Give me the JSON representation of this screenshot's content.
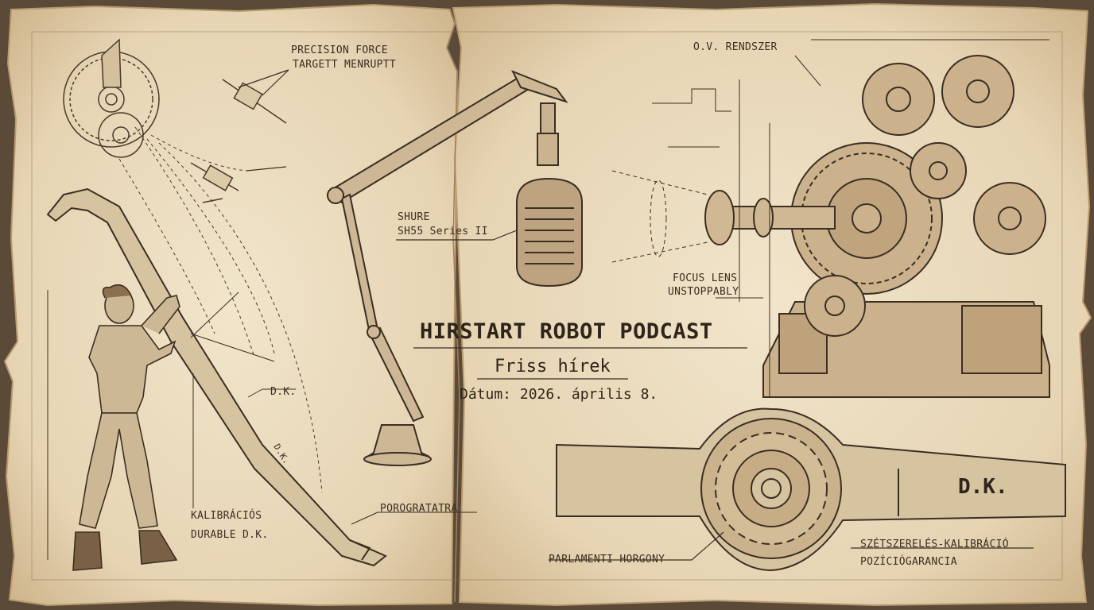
{
  "podcast": {
    "title": "HIRSTART ROBOT PODCAST",
    "subtitle": "Friss hírek",
    "date": "Dátum: 2026. április 8."
  },
  "labels": {
    "precision_line1": "PRECISION FORCE",
    "precision_line2": "TARGETT MENRUPTT",
    "mic_line1": "SHURE",
    "mic_line2": "SH55 Series II",
    "ov_system": "O.V. RENDSZER",
    "focus_line1": "FOCUS LENS",
    "focus_line2": "UNSTOPPABLY",
    "dk_pointer": "D.K.",
    "dk_bar": "D.K.",
    "dk_wrench": "D.K.",
    "calib_line1": "KALIBRÁCIÓS",
    "calib_line2": "DURABLE D.K.",
    "porogratatra": "POROGRATATRA",
    "parlamenti": "PARLAMENTI HORGONY",
    "szet_line1": "SZÉTSZERELÉS-KALIBRÁCIÓ",
    "szet_line2": "POZÍCIÓGARANCIA"
  },
  "colors": {
    "paper": "#eadcc0",
    "ink": "#3b2e22",
    "sepia": "#8a6f50",
    "edge": "#b89a6f"
  }
}
